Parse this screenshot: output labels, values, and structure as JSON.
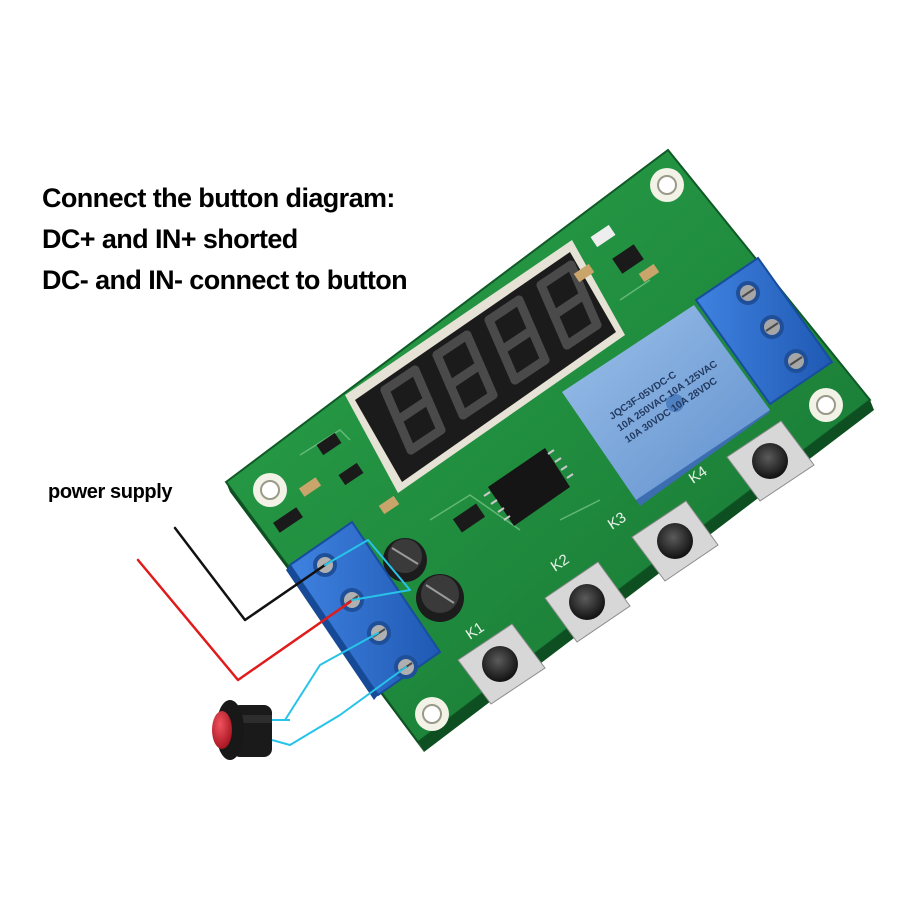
{
  "caption": {
    "line1": "Connect the button diagram:",
    "line2": "DC+ and IN+ shorted",
    "line3": "DC- and IN- connect to button"
  },
  "labels": {
    "power_supply": "power supply"
  },
  "board": {
    "buttons": [
      "K1",
      "K2",
      "K3",
      "K4"
    ],
    "relay_text": [
      "JQC3F-05VDC-C",
      "10A 250VAC 10A 125VAC",
      "10A 30VDC 10A 28VDC"
    ],
    "display_digits": 4
  },
  "colors": {
    "pcb": "#1f8a3d",
    "terminal": "#2d6fd0",
    "relay": "#6f9fd8",
    "display": "#1b1b1b",
    "segment_off": "#4a4a4a",
    "wire_red": "#e01b1b",
    "wire_black": "#111111",
    "wire_cyan": "#27c3e8",
    "button_red": "#d41f2d"
  }
}
